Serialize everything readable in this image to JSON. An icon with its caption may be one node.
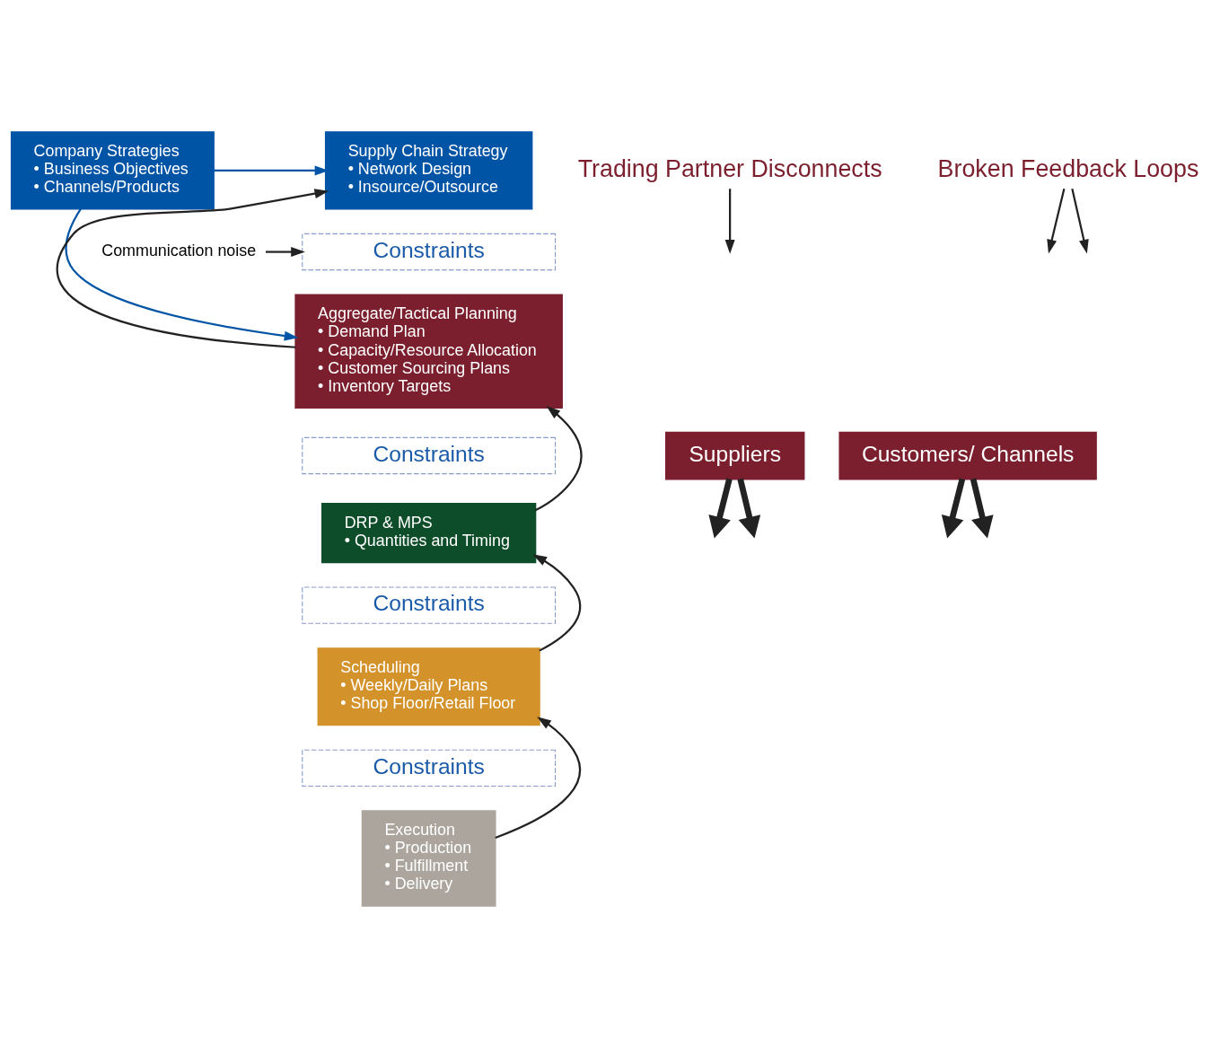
{
  "diagram": {
    "nodes": [
      {
        "text": [
          "Supply Chain Strategy",
          "• Network Design",
          "• Insource/Outsource"
        ]
      },
      {
        "text": [
          "Company Strategies",
          "• Business Objectives",
          "• Channels/Products"
        ]
      },
      {
        "text": [
          "Constraints"
        ]
      },
      {
        "text": [
          "Aggregate/Tactical Planning",
          "• Demand Plan",
          "• Capacity/Resource Allocation",
          "• Customer Sourcing Plans",
          "• Inventory Targets"
        ]
      },
      {
        "text": [
          "Constraints"
        ]
      },
      {
        "text": [
          "Suppliers"
        ]
      },
      {
        "text": [
          "Customers/ Channels"
        ]
      },
      {
        "text": [
          "DRP & MPS",
          "• Quantities and Timing"
        ]
      },
      {
        "text": [
          "Constraints"
        ]
      },
      {
        "text": [
          "Scheduling",
          "• Weekly/Daily Plans",
          "• Shop Floor/Retail Floor"
        ]
      },
      {
        "text": [
          "Constraints"
        ]
      },
      {
        "text": [
          "Execution",
          "• Production",
          "• Fulfillment",
          "• Delivery"
        ]
      },
      {
        "text": [
          "Communication noise"
        ]
      },
      {
        "text": [
          "Trading Partner Disconnects"
        ]
      },
      {
        "text": [
          "Broken Feedback Loops"
        ]
      }
    ],
    "edges": [
      {
        "from": 1,
        "to": 0,
        "arrow": "to",
        "color": "#0054a6"
      },
      {
        "from": 1,
        "to": 3,
        "arrow": "to",
        "color": "#0054a6"
      },
      {
        "from": 12,
        "to": 2,
        "arrow": "to"
      },
      {
        "from": 3,
        "to": 0,
        "arrow": "to"
      },
      {
        "from": 7,
        "to": 3,
        "arrow": "to"
      },
      {
        "from": 9,
        "to": 7,
        "arrow": "to"
      },
      {
        "from": 11,
        "to": 9,
        "arrow": "to"
      },
      {
        "from": 5,
        "to": null,
        "arrow": "to",
        "style": "thick"
      },
      {
        "from": 5,
        "to": null,
        "arrow": "to",
        "style": "thick"
      },
      {
        "from": 6,
        "to": null,
        "arrow": "to",
        "style": "thick"
      },
      {
        "from": 6,
        "to": null,
        "arrow": "to",
        "style": "thick"
      },
      {
        "from": 13,
        "to": null,
        "arrow": "to"
      },
      {
        "from": 14,
        "to": null,
        "arrow": "to"
      },
      {
        "from": 14,
        "to": null,
        "arrow": "to"
      }
    ]
  }
}
